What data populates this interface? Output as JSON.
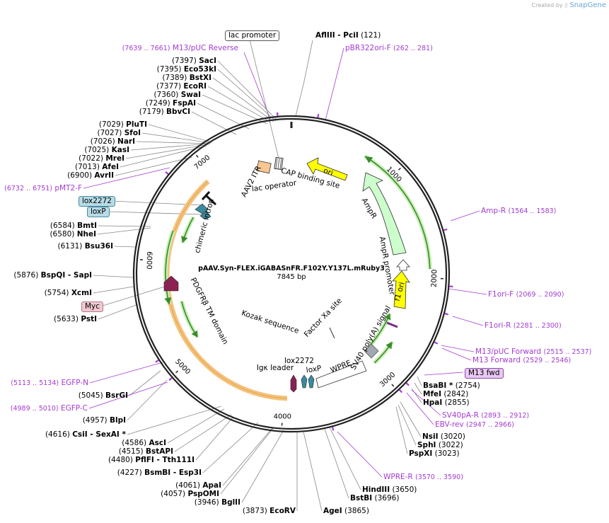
{
  "credit": {
    "created_by": "Created by",
    "brand": "SnapGene",
    "icon": "snapgene-logo-icon"
  },
  "plasmid": {
    "name": "pAAV.Syn-FLEX.iGABASnFR.F102Y.Y137L.mRuby3",
    "length": "7845 bp"
  },
  "ticks": [
    "1000",
    "2000",
    "3000",
    "4000",
    "5000",
    "6000",
    "7000"
  ],
  "features": [
    {
      "label": "AAV2 ITR",
      "color": "#f9c78f"
    },
    {
      "label": "lac operator"
    },
    {
      "label": "CAP binding site"
    },
    {
      "label": "ori",
      "color": "#ffff00"
    },
    {
      "label": "AmpR",
      "color": "#ccffcc"
    },
    {
      "label": "AmpR promoter",
      "color": "#ffffff"
    },
    {
      "label": "f1 ori",
      "color": "#ffff00"
    },
    {
      "label": "SV40 poly(A) signal",
      "color": "#a0a8b0"
    },
    {
      "label": "Factor Xa site"
    },
    {
      "label": "Kozak sequence"
    },
    {
      "label": "WPRE",
      "color": "#ffffff"
    },
    {
      "label": "loxP",
      "color": "#3a8aa0"
    },
    {
      "label": "lox2272",
      "color": "#3a8aa0"
    },
    {
      "label": "Igκ leader",
      "color": "#8b2252"
    },
    {
      "label": "PDGFRβ TM domain",
      "color": "#8b2252"
    },
    {
      "label": "chimeric intron"
    }
  ],
  "boxed_labels": {
    "lac_promoter": "lac promoter",
    "m13_fwd": "M13 fwd",
    "lox2272": "lox2272",
    "loxP": "loxP",
    "myc": "Myc"
  },
  "sites_top": [
    {
      "name": "AflIII  - PciI",
      "pos": "(121)"
    }
  ],
  "sites_right": [
    {
      "name": "BsaBI *",
      "pos": "(2754)"
    },
    {
      "name": "MfeI",
      "pos": "(2842)"
    },
    {
      "name": "HpaI",
      "pos": "(2855)"
    },
    {
      "name": "NsiI",
      "pos": "(3020)"
    },
    {
      "name": "SphI",
      "pos": "(3022)"
    },
    {
      "name": "PspXI",
      "pos": "(3023)"
    },
    {
      "name": "HindIII",
      "pos": "(3650)"
    },
    {
      "name": "BstBI",
      "pos": "(3696)"
    },
    {
      "name": "AgeI",
      "pos": "(3865)"
    }
  ],
  "sites_left": [
    {
      "name": "SacI",
      "pos": "(7397)"
    },
    {
      "name": "Eco53kI",
      "pos": "(7395)"
    },
    {
      "name": "BstXI",
      "pos": "(7389)"
    },
    {
      "name": "EcoRI",
      "pos": "(7377)"
    },
    {
      "name": "SwaI",
      "pos": "(7360)"
    },
    {
      "name": "FspAI",
      "pos": "(7249)"
    },
    {
      "name": "BbvCI",
      "pos": "(7179)"
    },
    {
      "name": "PluTI",
      "pos": "(7029)"
    },
    {
      "name": "SfoI",
      "pos": "(7027)"
    },
    {
      "name": "NarI",
      "pos": "(7026)"
    },
    {
      "name": "KasI",
      "pos": "(7025)"
    },
    {
      "name": "MreI",
      "pos": "(7022)"
    },
    {
      "name": "AfeI",
      "pos": "(7013)"
    },
    {
      "name": "AvrII",
      "pos": "(6900)"
    },
    {
      "name": "BmtI",
      "pos": "(6584)"
    },
    {
      "name": "NheI",
      "pos": "(6580)"
    },
    {
      "name": "Bsu36I",
      "pos": "(6131)"
    },
    {
      "name": "BspQI   - SapI",
      "pos": "(5876)"
    },
    {
      "name": "XcmI",
      "pos": "(5754)"
    },
    {
      "name": "PstI",
      "pos": "(5633)"
    },
    {
      "name": "BsrGI",
      "pos": "(5045)"
    },
    {
      "name": "BlpI",
      "pos": "(4957)"
    },
    {
      "name": "CsiI   - SexAI *",
      "pos": "(4616)"
    },
    {
      "name": "AscI",
      "pos": "(4586)"
    },
    {
      "name": "BstAPI",
      "pos": "(4515)"
    },
    {
      "name": "PflFI   - Tth111I",
      "pos": "(4480)"
    },
    {
      "name": "BsmBI   - Esp3I",
      "pos": "(4227)"
    },
    {
      "name": "ApaI",
      "pos": "(4061)"
    },
    {
      "name": "PspOMI",
      "pos": "(4057)"
    },
    {
      "name": "BglII",
      "pos": "(3946)"
    },
    {
      "name": "EcoRV",
      "pos": "(3873)"
    }
  ],
  "primers": [
    {
      "name": "M13/pUC Reverse",
      "range": "(7639 .. 7661)"
    },
    {
      "name": "pBR322ori-F",
      "range": "(262 .. 281)"
    },
    {
      "name": "Amp-R",
      "range": "(1564 .. 1583)"
    },
    {
      "name": "F1ori-F",
      "range": "(2069 .. 2090)"
    },
    {
      "name": "F1ori-R",
      "range": "(2281 .. 2300)"
    },
    {
      "name": "M13/pUC Forward",
      "range": "(2515 .. 2537)"
    },
    {
      "name": "M13 Forward",
      "range": "(2529 .. 2546)"
    },
    {
      "name": "SV40pA-R",
      "range": "(2893 .. 2912)"
    },
    {
      "name": "EBV-rev",
      "range": "(2947 .. 2966)"
    },
    {
      "name": "WPRE-R",
      "range": "(3570 .. 3590)"
    },
    {
      "name": "pMT2-F",
      "range": "(6732 .. 6751)"
    },
    {
      "name": "EGFP-N",
      "range": "(5113 .. 5134)"
    },
    {
      "name": "EGFP-C",
      "range": "(4989 .. 5010)"
    }
  ]
}
